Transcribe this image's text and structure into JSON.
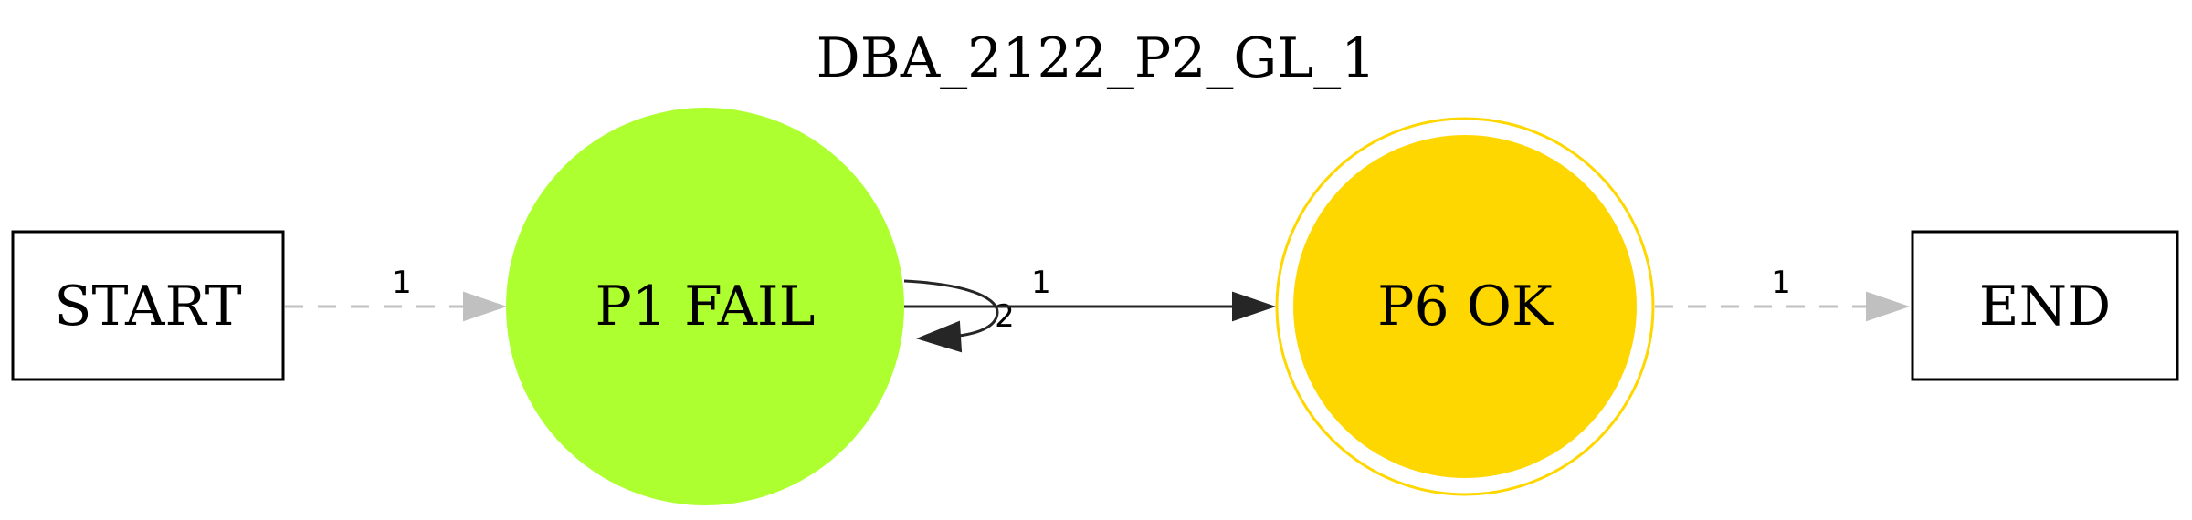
{
  "title": "DBA_2122_P2_GL_1",
  "nodes": {
    "start": {
      "label": "START"
    },
    "p1": {
      "label": "P1 FAIL",
      "color": "#adff2f"
    },
    "p6": {
      "label": "P6 OK",
      "color": "#ffd700"
    },
    "end": {
      "label": "END"
    }
  },
  "edges": {
    "start_p1": {
      "label": "1",
      "color": "#c0c0c0",
      "style": "dashed"
    },
    "p1_loop": {
      "label": "2",
      "color": "#262626",
      "style": "solid"
    },
    "p1_p6": {
      "label": "1",
      "color": "#262626",
      "style": "solid"
    },
    "p6_end": {
      "label": "1",
      "color": "#c0c0c0",
      "style": "dashed"
    }
  }
}
